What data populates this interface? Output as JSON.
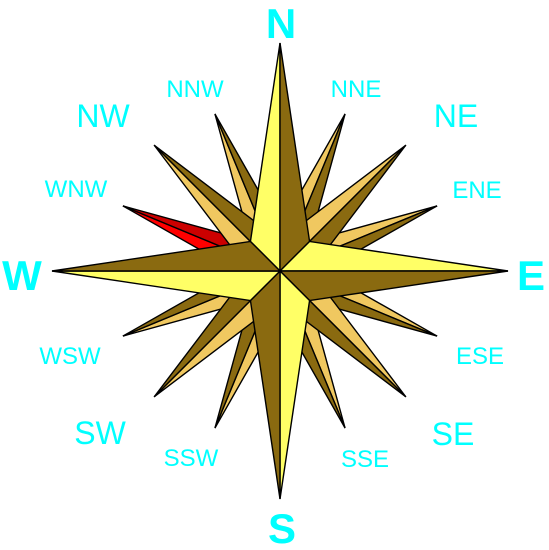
{
  "diagram": {
    "colors": {
      "light_face": "#f0c860",
      "dark_face": "#8a6a10",
      "main_light_face": "#ffff66",
      "highlight_face": "#ff0000",
      "highlight_dark_face": "#cc0000",
      "outline": "#000000",
      "label": "#00ffff",
      "background": "#ffffff"
    },
    "highlighted_direction": "WNW",
    "labels": {
      "N": "N",
      "NNE": "NNE",
      "NE": "NE",
      "ENE": "ENE",
      "E": "E",
      "ESE": "ESE",
      "SE": "SE",
      "SSE": "SSE",
      "S": "S",
      "SSW": "SSW",
      "SW": "SW",
      "WSW": "WSW",
      "W": "W",
      "WNW": "WNW",
      "NW": "NW",
      "NNW": "NNW"
    }
  }
}
